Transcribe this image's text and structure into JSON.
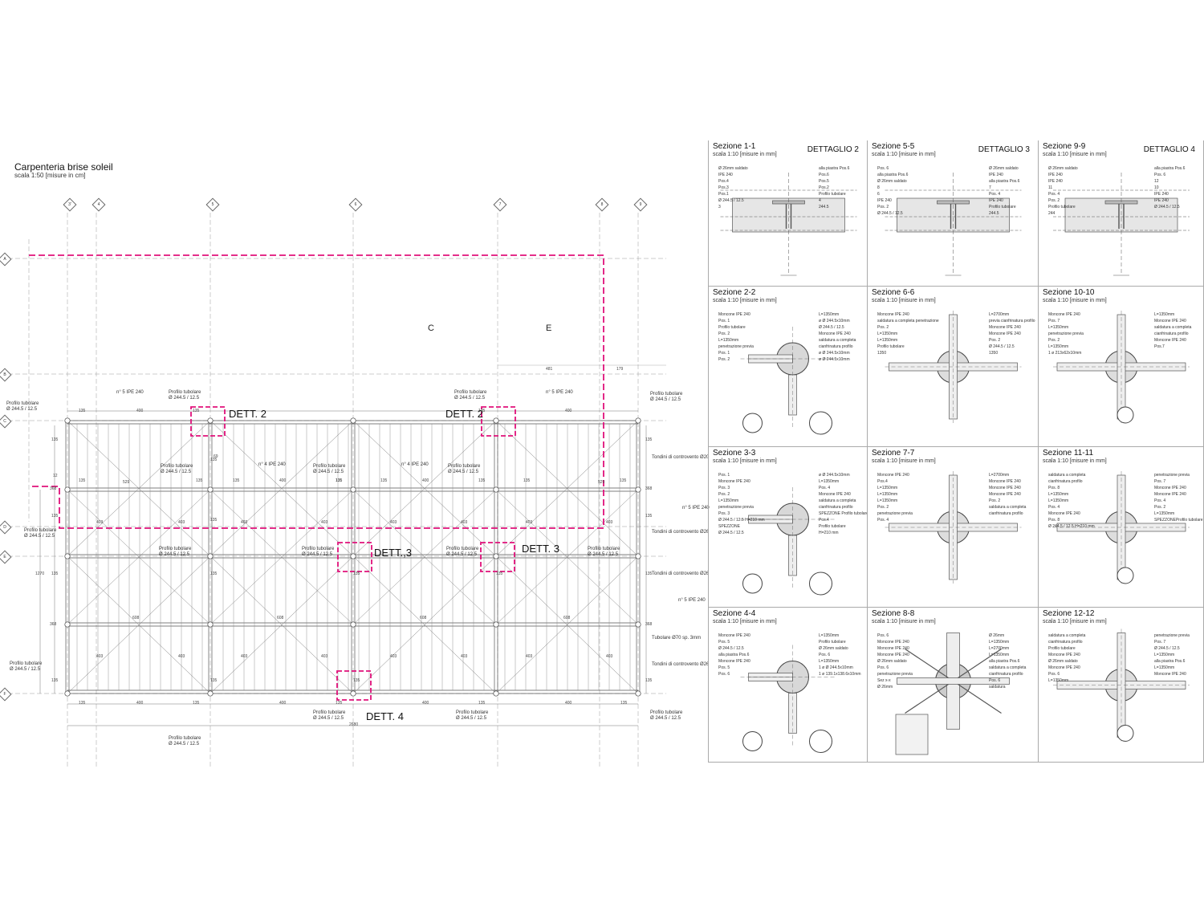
{
  "plan": {
    "title": "Carpenteria brise soleil",
    "scale": "scala 1:50 [misure in cm]",
    "grid_columns": [
      "3'",
      "4",
      "5",
      "6",
      "7",
      "8",
      "9"
    ],
    "grid_rows": [
      "A",
      "B",
      "C",
      "D",
      "E",
      "F"
    ],
    "section_marks": [
      "C",
      "E"
    ],
    "details": [
      "DETT. 2",
      "DETT. 2",
      "DETT.,3",
      "DETT. 3",
      "DETT. 4"
    ],
    "labels": {
      "profilo": "Profilo tubolare",
      "profilo_dim": "Ø 244.5 / 12.5",
      "ipe5": "n° 5 IPE 240",
      "ipe4": "n° 4 IPE 240",
      "tondini20": "Tondini di controvento Ø20",
      "tondini26": "Tondini di controvento Ø26",
      "tubolare70": "Tubolare Ø70 sp. 3mm"
    },
    "dims": {
      "d135": "135",
      "d400": "400",
      "d481": "481",
      "d179": "179",
      "d2680": "2680",
      "d368": "368",
      "d1270": "1270",
      "d12": "12",
      "d608": "608",
      "d403": "403",
      "d529": "529",
      "d69": "69"
    }
  },
  "details": {
    "cells": [
      {
        "title": "Sezione 1-1",
        "scale": "scala 1:10 [misure in mm]",
        "tag": "DETTAGLIO 2",
        "notes": [
          "Ø 26mm saldato",
          "alla piastra Pos.6",
          "IPE 240",
          "Pos.6",
          "Pos.4",
          "Pos.5",
          "Pos.3",
          "Pos.2",
          "Pos.1",
          "Profilo tubolare",
          "Ø 244.5 / 12.5",
          "4",
          "3",
          "244.5"
        ]
      },
      {
        "title": "Sezione 5-5",
        "scale": "scala 1:10 [misure in mm]",
        "tag": "DETTAGLIO 3",
        "notes": [
          "Pos. 6",
          "Ø 26mm saldato",
          "alla piastra Pos.6",
          "IPE 240",
          "Ø 26mm saldato",
          "alla piastra Pos.6",
          "8",
          "7",
          "6",
          "Pos. 4",
          "IPE 240",
          "IPE 240",
          "Pos. 2",
          "Profilo tubolare",
          "Ø 244.5 / 12.5",
          "244.5"
        ]
      },
      {
        "title": "Sezione 9-9",
        "scale": "scala 1:10 [misure in mm]",
        "tag": "DETTAGLIO 4",
        "notes": [
          "Ø 26mm saldato",
          "alla piastra Pos.6",
          "IPE 240",
          "Pos. 6",
          "IPE 240",
          "12",
          "11",
          "10",
          "Pos. 4",
          "IPE 240",
          "Pos. 2",
          "IPE 240",
          "Profilo tubolare",
          "Ø 244.5 / 12.5",
          "244"
        ]
      },
      {
        "title": "Sezione 2-2",
        "scale": "scala 1:10 [misure in mm]",
        "tag": "",
        "notes": [
          "Moncone IPE 240",
          "L=1350mm",
          "Pos. 1",
          "ø Ø 244.5x10mm",
          "Profilo tubolare",
          "Ø 244.5 / 12.5",
          "Pos. 2",
          "Moncone IPE 240",
          "L=1350mm",
          "saldatura a completa",
          "penetrazione previa",
          "cianfrinatura profilo",
          "Pos. 1",
          "ø Ø 244.5x10mm",
          "Pos. 2",
          "ø Ø 244.5x10mm"
        ]
      },
      {
        "title": "Sezione 6-6",
        "scale": "scala 1:10 [misure in mm]",
        "tag": "",
        "notes": [
          "Moncone IPE 240",
          "L=2700mm",
          "saldatura a completa penetrazione",
          "previa cianfrinatura profilo",
          "Pos. 2",
          "Moncone IPE 240",
          "L=1350mm",
          "Moncone IPE 240",
          "L=1350mm",
          "Pos. 2",
          "Profilo tubolare",
          "Ø 244.5 / 12.5",
          "1350",
          "1350"
        ]
      },
      {
        "title": "Sezione 10-10",
        "scale": "scala 1:10 [misure in mm]",
        "tag": "",
        "notes": [
          "Moncone IPE 240",
          "L=1350mm",
          "Pos. 7",
          "Moncone IPE 240",
          "L=1350mm",
          "saldatura a completa",
          "penetrazione previa",
          "cianfrinatura profilo",
          "Pos. 2",
          "Moncone IPE 240",
          "L=1350mm",
          "Pos.7",
          "1 ø 213x62x10mm"
        ]
      },
      {
        "title": "Sezione 3-3",
        "scale": "scala 1:10 [misure in mm]",
        "tag": "",
        "notes": [
          "Pos. 1",
          "ø Ø 244.5x10mm",
          "Moncone IPE 240",
          "L=1350mm",
          "Pos. 3",
          "Pos. 4",
          "Pos. 2",
          "Moncone IPE 240",
          "L=1350mm",
          "saldatura a completa",
          "penetrazione previa",
          "cianfrinatura profilo",
          "Pos. 3",
          "SPEZZONE Profilo tubolare",
          "Ø 244.5 / 12.5 H=210 mm",
          "Pos.4",
          "SPEZZONE",
          "Profilo tubolare",
          "Ø 244.5 / 12.5",
          "H=210 mm"
        ]
      },
      {
        "title": "Sezione 7-7",
        "scale": "scala 1:10 [misure in mm]",
        "tag": "",
        "notes": [
          "Moncone IPE 240",
          "L=2700mm",
          "Pos.4",
          "Moncone IPE 240",
          "L=1350mm",
          "Moncone IPE 240",
          "L=1350mm",
          "Moncone IPE 240",
          "L=1350mm",
          "Pos. 2",
          "Pos. 2",
          "saldatura a completa",
          "penetrazione previa",
          "cianfrinatura profilo",
          "Pos. 4"
        ]
      },
      {
        "title": "Sezione 11-11",
        "scale": "scala 1:10 [misure in mm]",
        "tag": "",
        "notes": [
          "saldatura a completa",
          "penetrazione previa",
          "cianfrinatura profilo",
          "Pos. 7",
          "Pos. 8",
          "Moncone IPE 240",
          "L=1350mm",
          "Moncone IPE 240",
          "L=1350mm",
          "Pos. 4",
          "Pos. 4",
          "Pos. 2",
          "Moncone IPE 240",
          "L=1350mm",
          "Pos. 8",
          "SPEZZONEProfilo tubolare",
          "Ø 244.5 / 12.5 H=210 mm"
        ]
      },
      {
        "title": "Sezione 4-4",
        "scale": "scala 1:10 [misure in mm]",
        "tag": "",
        "notes": [
          "Moncone IPE 240",
          "L=1350mm",
          "Pos. 5",
          "Profilo tubolare",
          "Ø 244.5 / 12.5",
          "Ø 26mm saldato",
          "alla piastra Pos.6",
          "Pos. 6",
          "Moncone IPE 240",
          "L=1350mm",
          "Pos. 5",
          "1 ø Ø 244.5x10mm",
          "Pos. 6",
          "1 ø 139.1x138.6x10mm"
        ]
      },
      {
        "title": "Sezione 8-8",
        "scale": "scala 1:10 [misure in mm]",
        "tag": "",
        "notes": [
          "Pos. 6",
          "Ø 26mm",
          "Moncone IPE 240",
          "L=1350mm",
          "Moncone IPE 240",
          "L=2700mm",
          "Moncone IPE 240",
          "L=1350mm",
          "Ø 26mm saldato",
          "alla piastra Pos.6",
          "Pos. 6",
          "saldatura a completa",
          "penetrazione previa",
          "cianfrinatura profilo",
          "Sez x-x",
          "Pos. 6",
          "Ø 26mm",
          "saldatura"
        ]
      },
      {
        "title": "Sezione 12-12",
        "scale": "scala 1:10 [misure in mm]",
        "tag": "",
        "notes": [
          "saldatura a completa",
          "penetrazione previa",
          "cianfrinatura profilo",
          "Pos. 7",
          "Profilo tubolare",
          "Ø 244.5 / 12.5",
          "Moncone IPE 240",
          "L=1350mm",
          "Ø 26mm saldato",
          "alla piastra Pos.6",
          "Moncone IPE 240",
          "L=1350mm",
          "Pos. 6",
          "Moncone IPE 240",
          "L=1350mm"
        ]
      }
    ]
  },
  "colors": {
    "magenta": "#e0107a",
    "line": "#666666",
    "grid": "#9a9a9a"
  }
}
